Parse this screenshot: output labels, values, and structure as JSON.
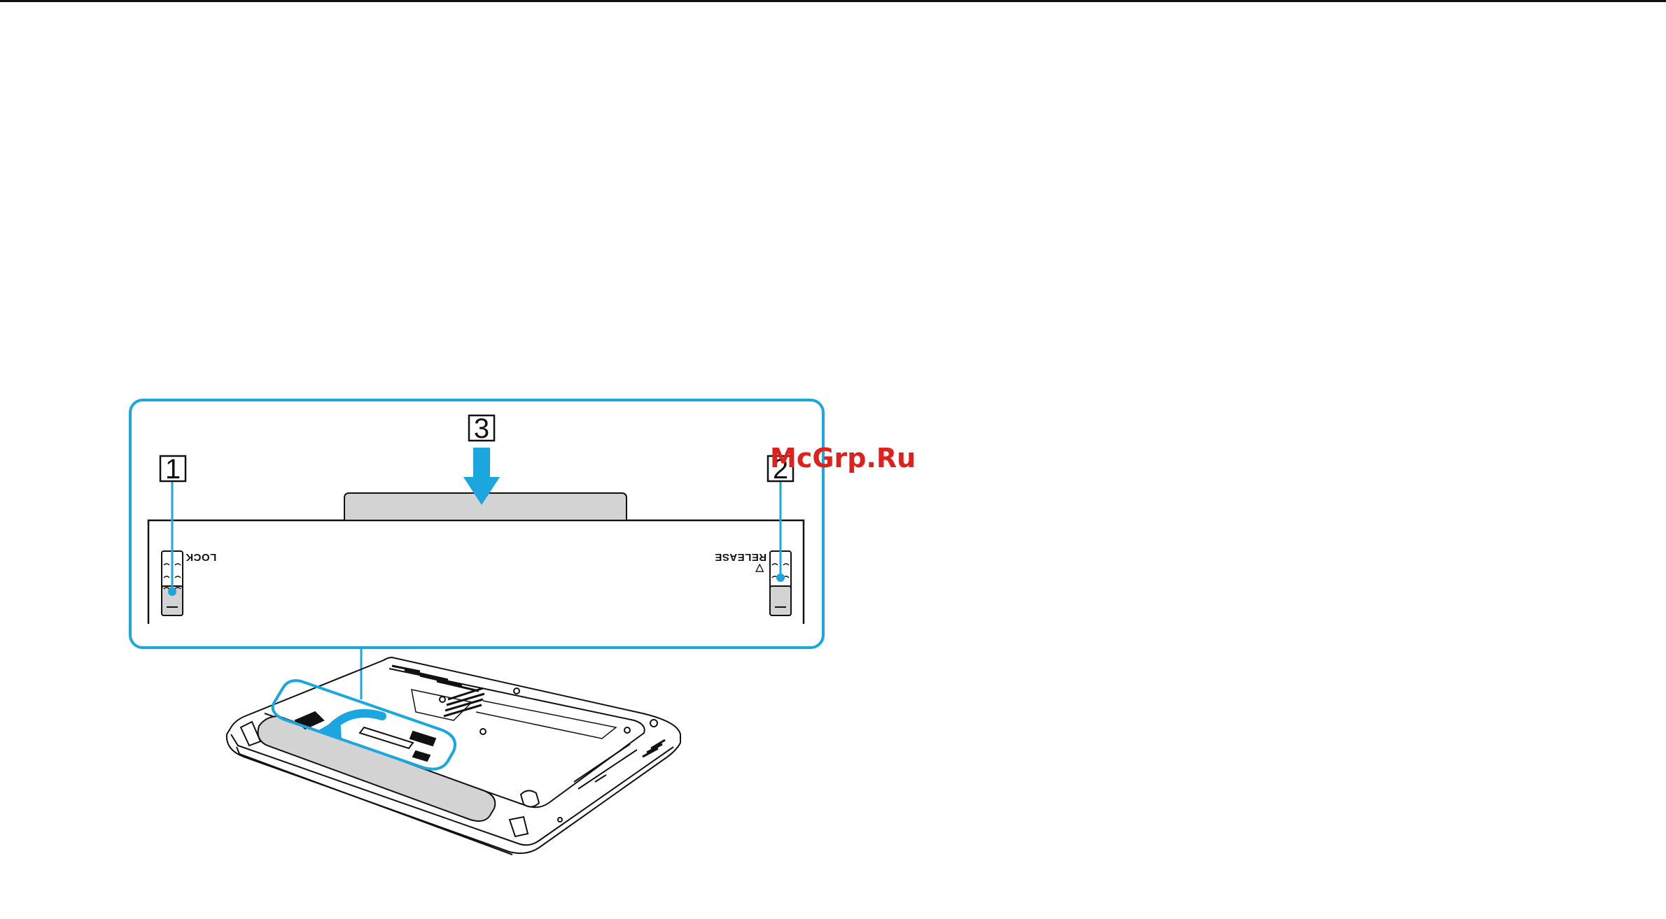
{
  "callouts": {
    "lock_switch": "1",
    "release_switch": "2",
    "battery_insert": "3"
  },
  "switch_labels": {
    "lock": "LOCK",
    "release": "RELEASE",
    "release_mark": "▽"
  },
  "watermark": "McGrp.Ru",
  "colors": {
    "accent": "#1ba6e0",
    "outline": "#111111",
    "battery_fill": "#d3d3d3",
    "watermark": "#e0201b"
  },
  "icons": [
    "down-arrow-icon",
    "curved-arrow-icon",
    "laptop-illustration"
  ]
}
